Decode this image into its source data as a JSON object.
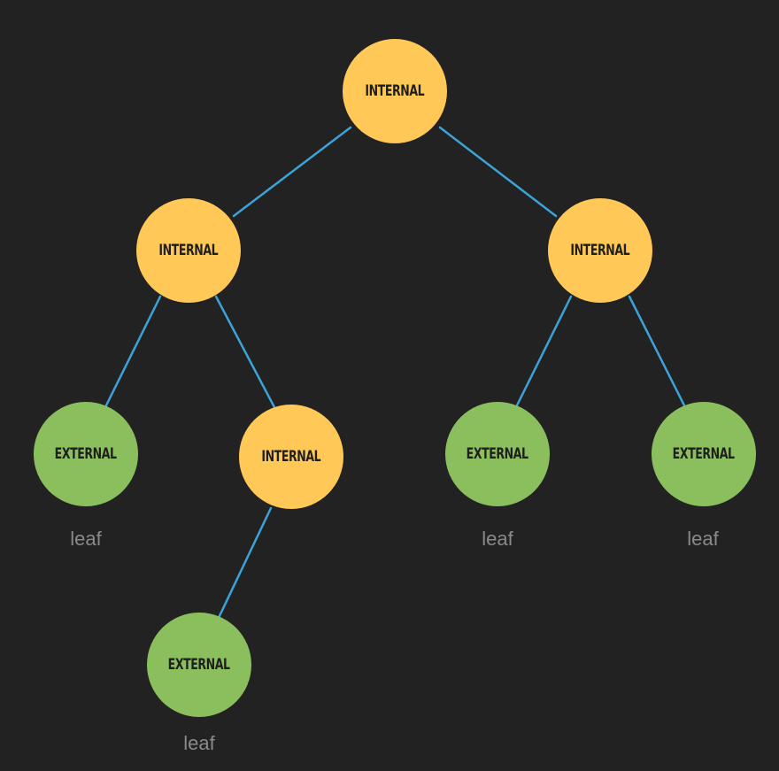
{
  "colors": {
    "background": "#222222",
    "internal_node": "#FFC857",
    "external_node": "#8BBF5E",
    "edge": "#3BA3D8",
    "caption": "#8a8a8a"
  },
  "tree": {
    "nodes": [
      {
        "id": "root",
        "kind": "internal",
        "label": "INTERNAL",
        "caption": ""
      },
      {
        "id": "l",
        "kind": "internal",
        "label": "INTERNAL",
        "caption": ""
      },
      {
        "id": "r",
        "kind": "internal",
        "label": "INTERNAL",
        "caption": ""
      },
      {
        "id": "ll",
        "kind": "external",
        "label": "EXTERNAL",
        "caption": "leaf"
      },
      {
        "id": "lr",
        "kind": "internal",
        "label": "INTERNAL",
        "caption": ""
      },
      {
        "id": "rl",
        "kind": "external",
        "label": "EXTERNAL",
        "caption": "leaf"
      },
      {
        "id": "rr",
        "kind": "external",
        "label": "EXTERNAL",
        "caption": "leaf"
      },
      {
        "id": "lrl",
        "kind": "external",
        "label": "EXTERNAL",
        "caption": "leaf"
      }
    ],
    "edges": [
      {
        "from": "root",
        "to": "l"
      },
      {
        "from": "root",
        "to": "r"
      },
      {
        "from": "l",
        "to": "ll"
      },
      {
        "from": "l",
        "to": "lr"
      },
      {
        "from": "r",
        "to": "rl"
      },
      {
        "from": "r",
        "to": "rr"
      },
      {
        "from": "lr",
        "to": "lrl"
      }
    ]
  }
}
